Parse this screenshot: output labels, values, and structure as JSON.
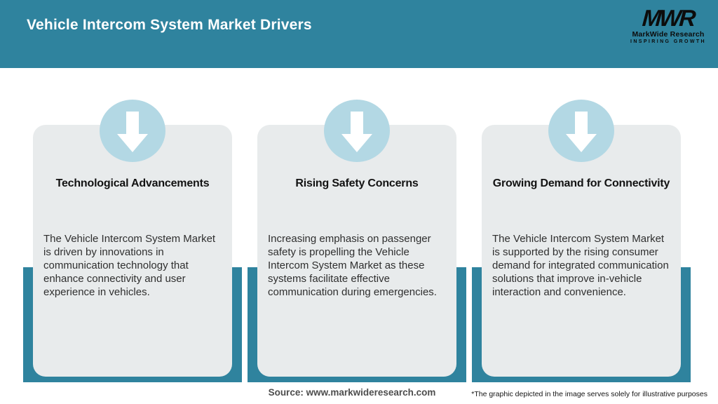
{
  "header": {
    "title": "Vehicle Intercom System Market Drivers",
    "background_color": "#2F839E",
    "logo": {
      "monogram": "MWR",
      "name": "MarkWide Research",
      "tagline": "INSPIRING GROWTH"
    }
  },
  "cards": [
    {
      "title": "Technological Advancements",
      "body": "The Vehicle Intercom System Market is driven by innovations in communication technology that enhance connectivity and user experience in vehicles."
    },
    {
      "title": "Rising Safety Concerns",
      "body": "Increasing emphasis on passenger safety is propelling the Vehicle Intercom System Market as these systems facilitate effective communication during emergencies."
    },
    {
      "title": "Growing Demand for Connectivity",
      "body": "The Vehicle Intercom System Market is supported by the rising consumer demand for integrated communication solutions that improve in-vehicle interaction and convenience."
    }
  ],
  "footer": {
    "source": "Source: www.markwideresearch.com",
    "disclaimer": "*The graphic depicted in the image serves solely for illustrative purposes"
  },
  "colors": {
    "accent_teal": "#2F839E",
    "circle_blue": "#B3D8E4",
    "card_gray": "#E8EBEC"
  }
}
